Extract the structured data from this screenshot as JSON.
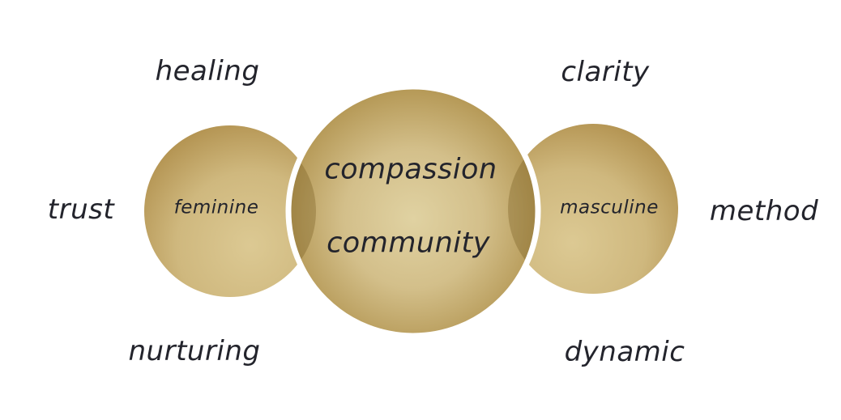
{
  "diagram": {
    "type": "venn-three-circles",
    "background": "#ffffff",
    "text_color": "#23242c",
    "center_circle": {
      "line1": "compassion",
      "line2": "community",
      "fill_center": "#e0d2a2",
      "fill_edge": "#a98941",
      "outline": "#ffffff"
    },
    "left_circle": {
      "label": "feminine",
      "fill_light": "#dcc993",
      "fill_edge": "#b08f4c"
    },
    "right_circle": {
      "label": "masculine",
      "fill_light": "#dcc993",
      "fill_edge": "#b08f4c"
    },
    "overlap_shade": "#6b4e15",
    "outer_labels": {
      "top_left": "healing",
      "mid_left": "trust",
      "bottom_left": "nurturing",
      "top_right": "clarity",
      "mid_right": "method",
      "bottom_right": "dynamic"
    }
  }
}
